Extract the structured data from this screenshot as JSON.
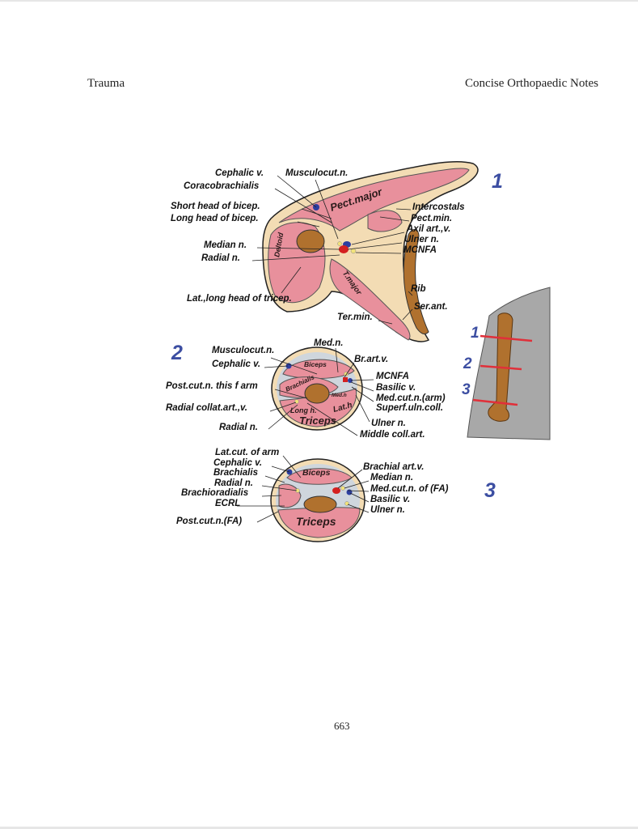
{
  "header": {
    "left": "Trauma",
    "right": "Concise Orthopaedic Notes"
  },
  "page_number": "663",
  "figure": {
    "section1": {
      "number": "1",
      "labels_left": [
        "Cephalic v.",
        "Coracobrachialis",
        "Short head of bicep.",
        "Long head of bicep.",
        "Median n.",
        "Radial n.",
        "Lat.,long head of tricep."
      ],
      "labels_top": [
        "Musculocut.n."
      ],
      "labels_right": [
        "Intercostals",
        "Pect.min.",
        "Axil art.,v.",
        "Ulner n.",
        "MCNFA",
        "Rib",
        "Ser.ant.",
        "Ter.min."
      ],
      "inner": {
        "pect_major": "Pect.major",
        "deltoid": "Deltoid",
        "t_major": "T.major"
      }
    },
    "section2": {
      "number": "2",
      "labels_left": [
        "Musculocut.n.",
        "Cephalic v.",
        "Post.cut.n. this f arm",
        "Radial collat.art.,v.",
        "Radial n."
      ],
      "labels_right": [
        "Med.n.",
        "Br.art.v.",
        "MCNFA",
        "Basilic v.",
        "Med.cut.n.(arm)",
        "Superf.uln.coll.",
        "Ulner n.",
        "Middle coll.art."
      ],
      "inner": {
        "biceps": "Biceps",
        "brachialis": "Brachialis",
        "med_h": "Med.h",
        "long_h": "Long h.",
        "lat_h": "Lat.h",
        "triceps": "Triceps"
      }
    },
    "section3": {
      "number": "3",
      "labels_left": [
        "Lat.cut. of arm",
        "Cephalic v.",
        "Brachialis",
        "Radial n.",
        "Brachioradialis",
        "ECRL",
        "Post.cut.n.(FA)"
      ],
      "labels_right": [
        "Brachial art.v.",
        "Median n.",
        "Med.cut.n. of (FA)",
        "Basilic v.",
        "Ulner n."
      ],
      "inner": {
        "biceps": "Biceps",
        "triceps": "Triceps"
      }
    },
    "inset": {
      "levels": [
        "1",
        "2",
        "3"
      ]
    }
  },
  "colors": {
    "muscle": "#e8909c",
    "fat": "#f3dcb4",
    "bone": "#b0712e",
    "label_number": "#3c4ea2",
    "level_line": "#e0303a",
    "inset_gray": "#a8a8a8"
  }
}
